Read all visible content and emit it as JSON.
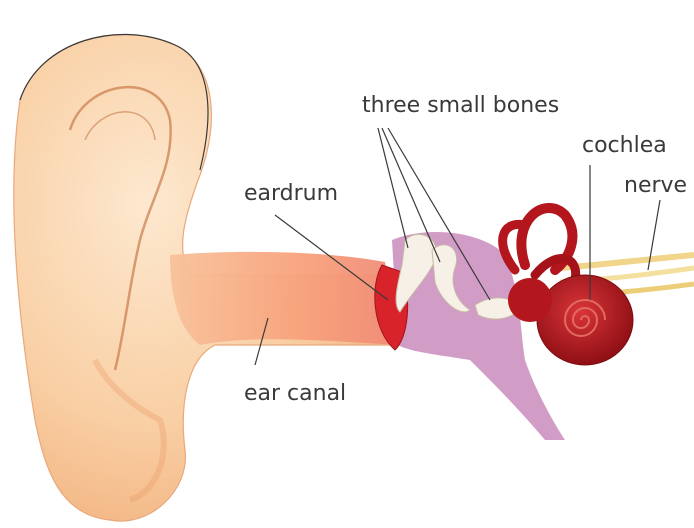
{
  "labels": {
    "three_small_bones": "three small bones",
    "cochlea": "cochlea",
    "nerve": "nerve",
    "eardrum": "eardrum",
    "ear_canal": "ear canal"
  },
  "colors": {
    "skin": "#f8c79a",
    "skin_light": "#fbe1c2",
    "canal": "#f6a77a",
    "eardrum": "#d9232a",
    "bone": "#f6f0e6",
    "middle_ear": "#c77fb0",
    "cochlea": "#b3161d",
    "nerve": "#f0d58a",
    "line": "#3a3a3a"
  }
}
